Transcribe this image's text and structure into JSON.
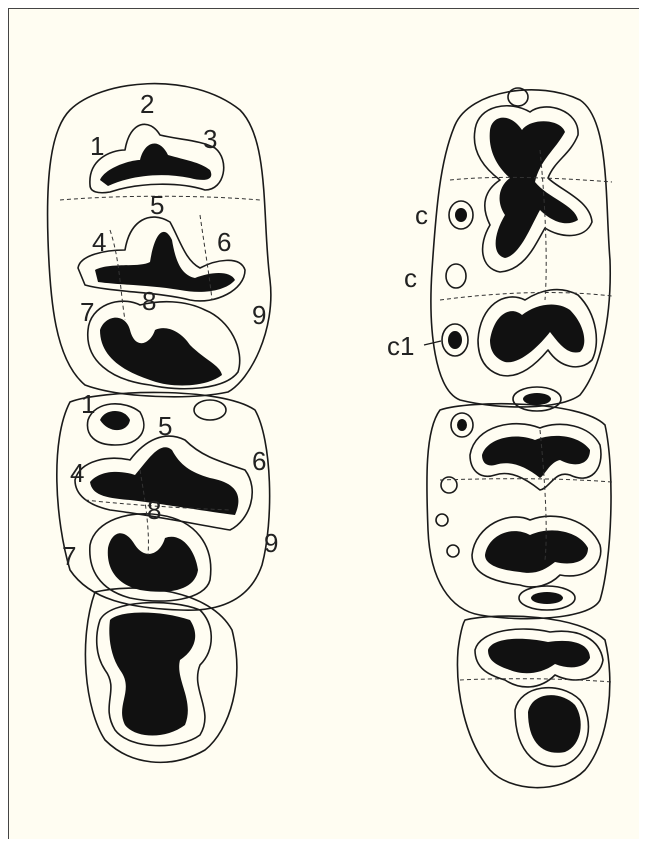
{
  "left_tooth": {
    "upper_labels": [
      "1",
      "2",
      "3",
      "4",
      "5",
      "6",
      "7",
      "8",
      "9"
    ],
    "lower_labels": [
      "1",
      "4",
      "5",
      "6",
      "7",
      "8",
      "9"
    ]
  },
  "right_tooth": {
    "labels": [
      "c",
      "c",
      "c1"
    ]
  },
  "colors": {
    "paper": "#fffdf2",
    "ink": "#111111"
  }
}
